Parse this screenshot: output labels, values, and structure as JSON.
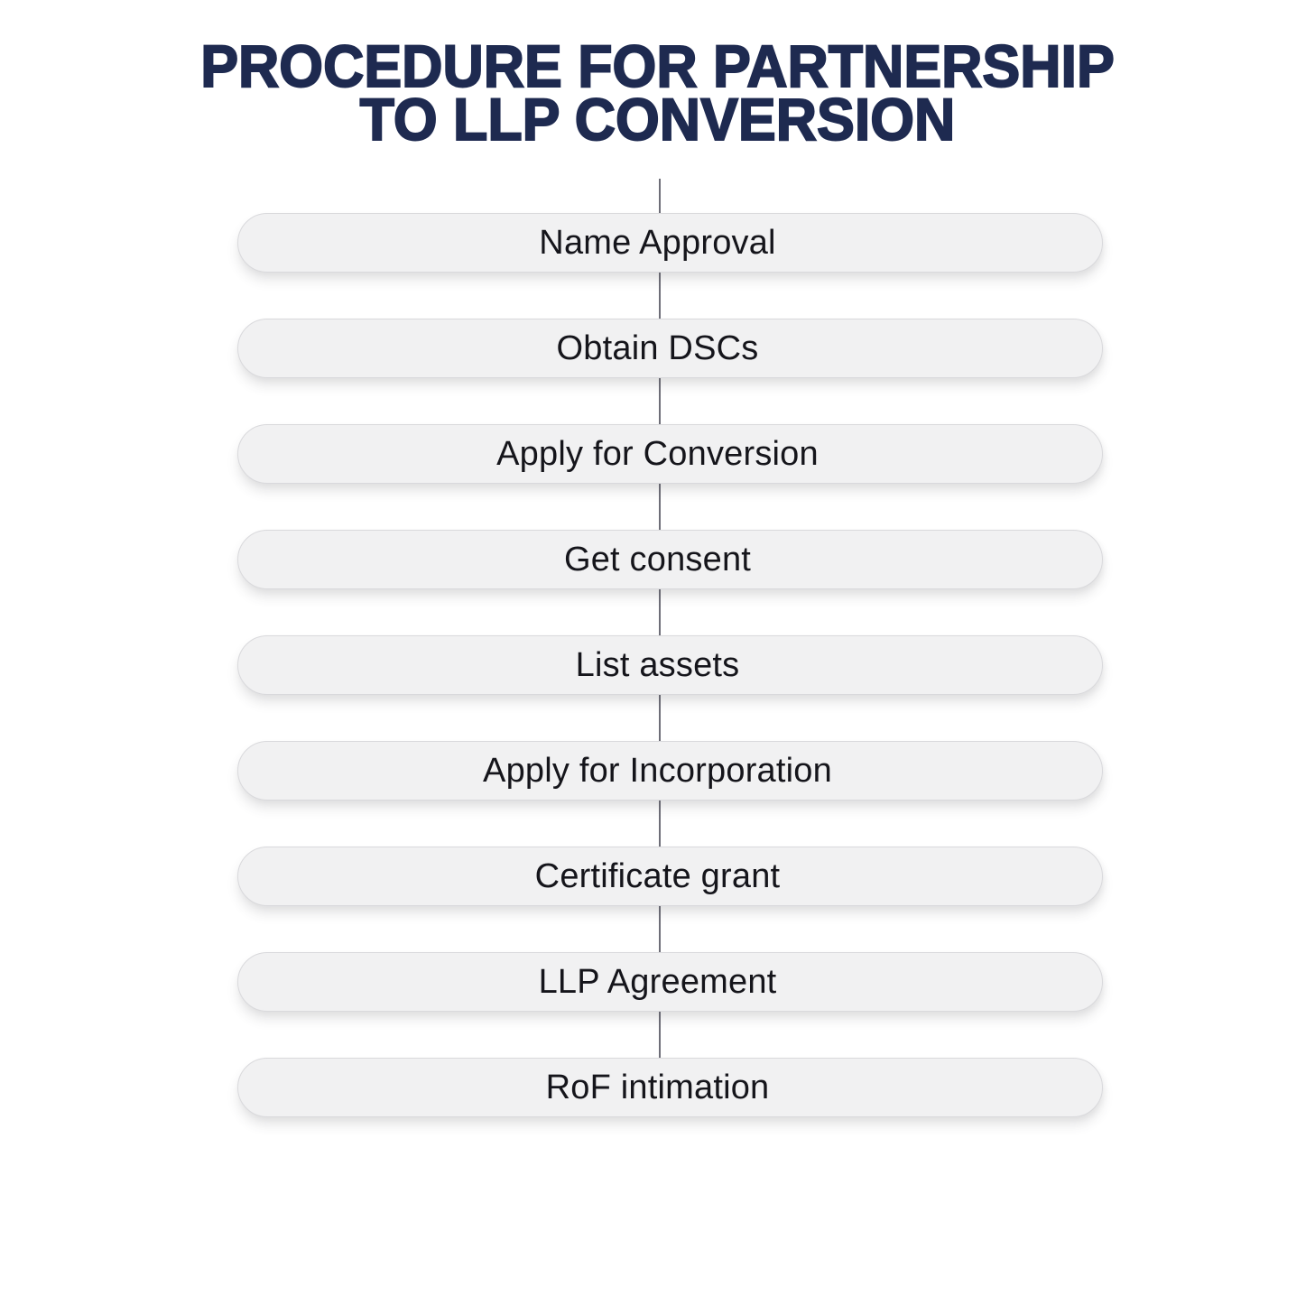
{
  "title": {
    "line1": "PROCEDURE FOR PARTNERSHIP",
    "line2": "TO LLP CONVERSION"
  },
  "flow": {
    "steps": [
      {
        "label": "Name Approval"
      },
      {
        "label": "Obtain DSCs"
      },
      {
        "label": "Apply for Conversion"
      },
      {
        "label": "Get consent"
      },
      {
        "label": "List assets"
      },
      {
        "label": "Apply for Incorporation"
      },
      {
        "label": "Certificate grant"
      },
      {
        "label": "LLP Agreement"
      },
      {
        "label": "RoF intimation"
      }
    ]
  },
  "colors": {
    "page_background": "#ffffff",
    "title_text": "#1e2a50",
    "pill_background": "#f1f1f2",
    "pill_border": "#d9d9dc",
    "pill_text": "#15151b",
    "connector": "#6e6e78"
  }
}
